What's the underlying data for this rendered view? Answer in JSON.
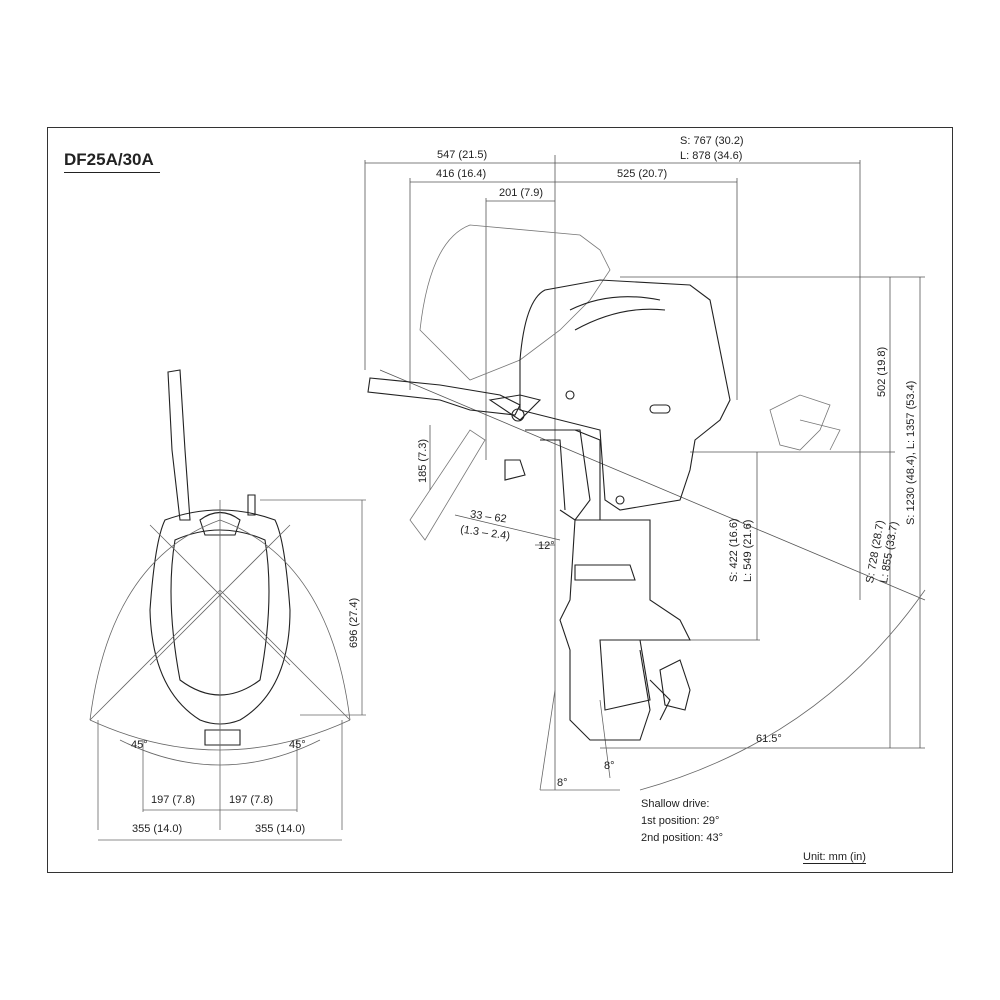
{
  "title": "DF25A/30A",
  "top_dimensions": {
    "d547": "547 (21.5)",
    "d767": "S: 767 (30.2)",
    "d878": "L: 878 (34.6)",
    "d416": "416 (16.4)",
    "d525": "525 (20.7)",
    "d201": "201 (7.9)"
  },
  "right_dimensions": {
    "d502": "502 (19.8)",
    "d1230": "S: 1230 (48.4), L: 1357 (53.4)",
    "d728": "S: 728 (28.7)",
    "d855": "L: 855 (33.7)",
    "d422": "S: 422 (16.6)",
    "d549": "L: 549 (21.6)"
  },
  "bracket_dimensions": {
    "d185": "185 (7.3)",
    "d33": "33 – 62",
    "d13": "(1.3 – 2.4)",
    "a12": "12°"
  },
  "angles": {
    "tilt": "61.5°",
    "trim_left": "8°",
    "trim_right": "8°"
  },
  "front_view": {
    "height": "696 (27.4)",
    "angle_left": "45°",
    "angle_right": "45°",
    "half_inner_left": "197 (7.8)",
    "half_inner_right": "197 (7.8)",
    "half_outer_left": "355 (14.0)",
    "half_outer_right": "355 (14.0)"
  },
  "shallow_drive": {
    "heading": "Shallow drive:",
    "first": "1st position:  29°",
    "second": "2nd position: 43°"
  },
  "unit": "Unit: mm (in)"
}
